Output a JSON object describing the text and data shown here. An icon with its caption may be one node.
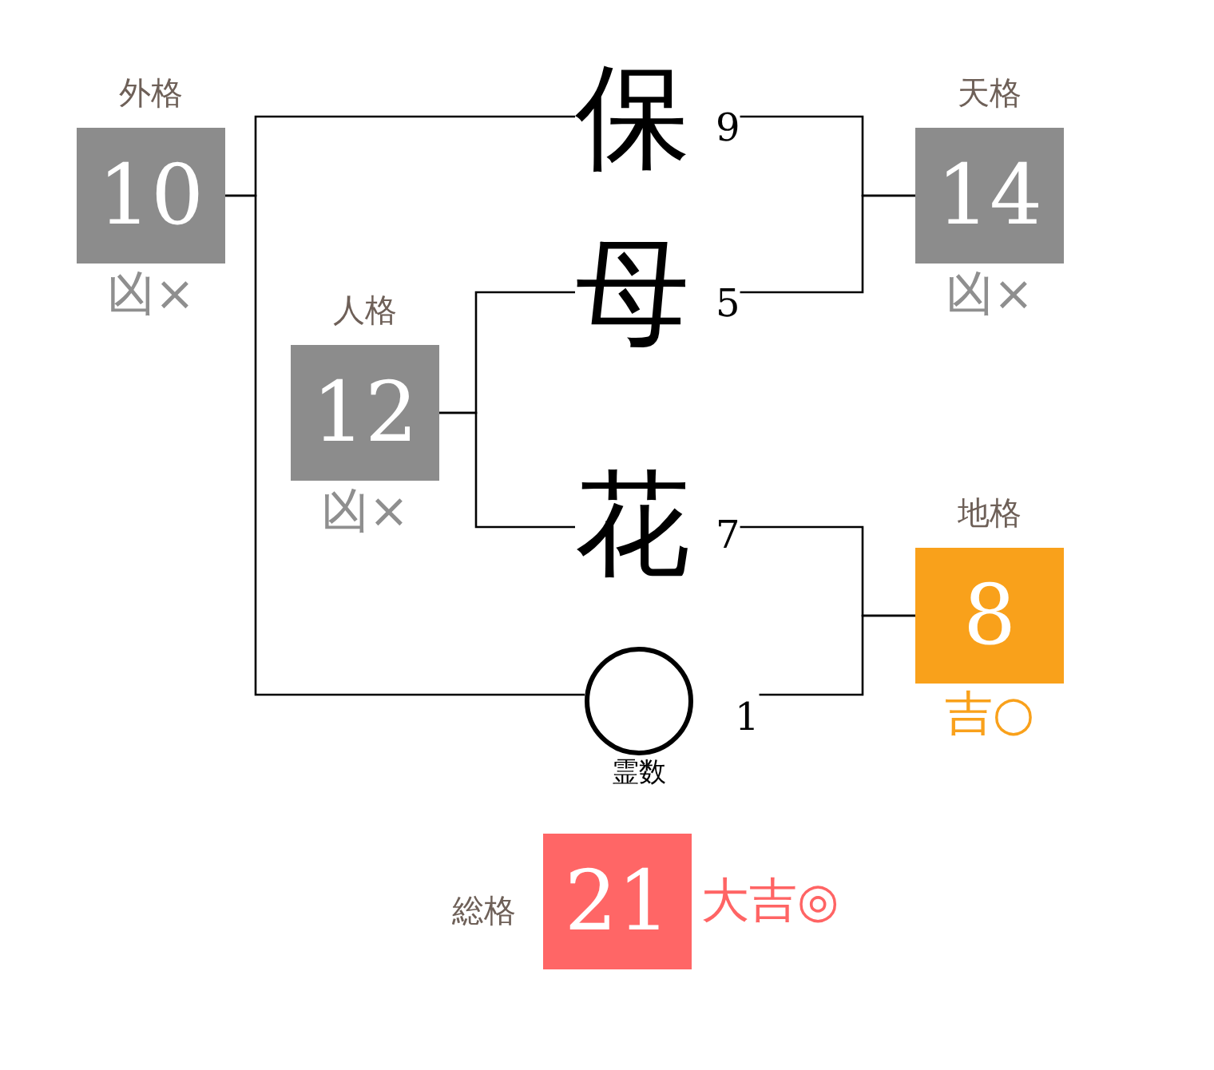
{
  "diagram": {
    "nodes": [
      {
        "text": [
          "外格",
          "10"
        ],
        "beside": [
          "凶×"
        ]
      },
      {
        "text": [
          "保"
        ],
        "beside": [
          "9"
        ]
      },
      {
        "text": [
          "天格",
          "14"
        ],
        "beside": [
          "凶×"
        ]
      },
      {
        "text": [
          "人格",
          "12"
        ],
        "beside": [
          "凶×"
        ]
      },
      {
        "text": [
          "母"
        ],
        "beside": [
          "5"
        ]
      },
      {
        "text": [
          "花"
        ],
        "beside": [
          "7"
        ]
      },
      {
        "text": [
          "地格",
          "8"
        ],
        "beside": [
          "吉○"
        ]
      },
      {
        "text": [],
        "shape": "circle",
        "beside": [
          "1",
          "霊数"
        ]
      },
      {
        "text": [
          "総格",
          "21"
        ],
        "beside": [
          "大吉◎"
        ]
      }
    ],
    "edges": [
      {
        "from": 0,
        "to": 1,
        "arrow": "none"
      },
      {
        "from": 0,
        "to": 7,
        "arrow": "none"
      },
      {
        "from": 2,
        "to": 1,
        "arrow": "none"
      },
      {
        "from": 2,
        "to": 4,
        "arrow": "none"
      },
      {
        "from": 3,
        "to": 4,
        "arrow": "none"
      },
      {
        "from": 3,
        "to": 5,
        "arrow": "none"
      },
      {
        "from": 6,
        "to": 5,
        "arrow": "none"
      },
      {
        "from": 6,
        "to": 7,
        "arrow": "none"
      }
    ]
  }
}
